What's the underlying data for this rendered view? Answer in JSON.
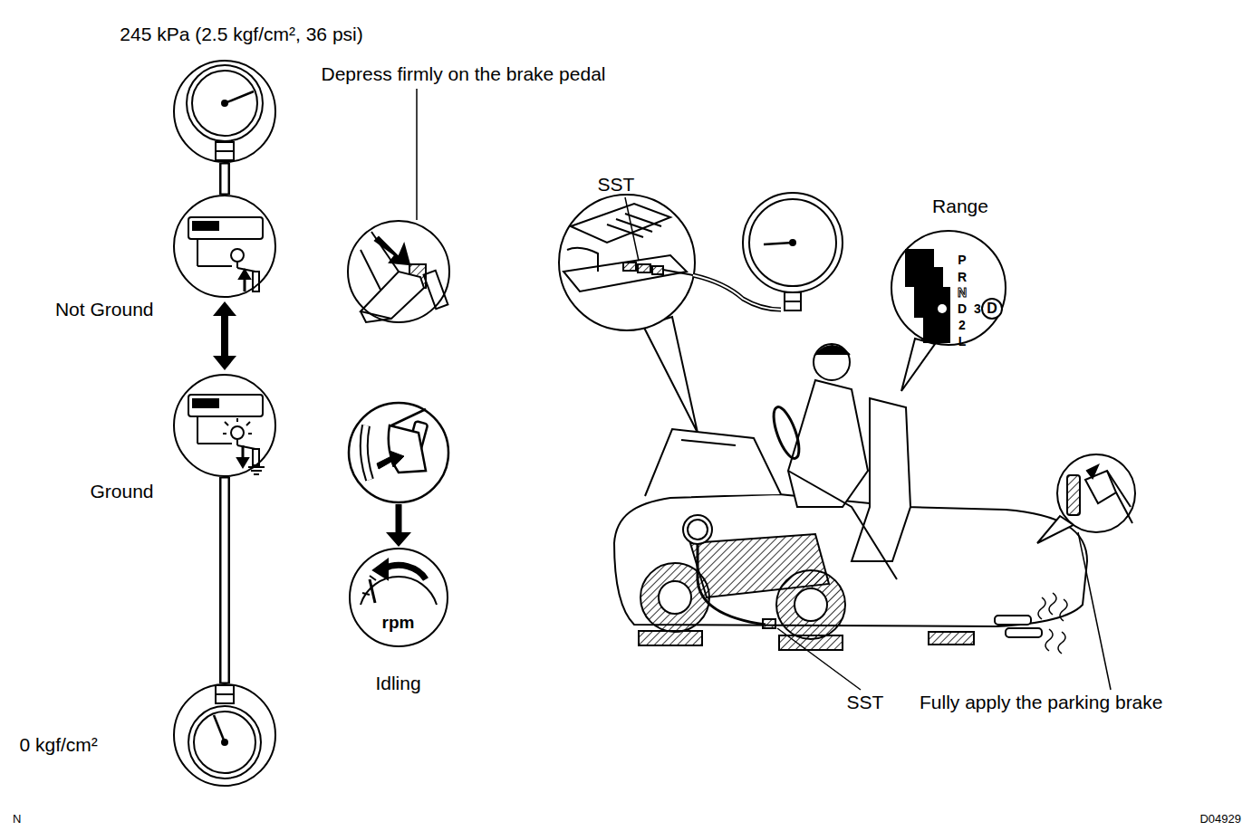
{
  "diagram": {
    "nodes": [
      {
        "text": [
          "245 kPa (2.5 kgf/cm², 36 psi)"
        ]
      },
      {
        "text": [
          "Not Ground"
        ]
      },
      {
        "text": [
          "Ground"
        ]
      },
      {
        "text": [
          "0 kgf/cm²"
        ]
      },
      {
        "text": [
          "Depress firmly on the brake pedal"
        ]
      },
      {
        "text": [
          "rpm",
          "Idling"
        ]
      }
    ],
    "edges": [
      {
        "from": 0,
        "to": 1,
        "arrow": "none"
      },
      {
        "from": 1,
        "to": 2,
        "arrow": "both"
      },
      {
        "from": 2,
        "to": 3,
        "arrow": "none"
      }
    ],
    "labels": [
      "SST",
      "Range",
      "P",
      "R",
      "N",
      "D",
      "3",
      "D",
      "2",
      "L",
      "SST",
      "Fully apply the parking brake",
      "N",
      "D04929"
    ]
  }
}
